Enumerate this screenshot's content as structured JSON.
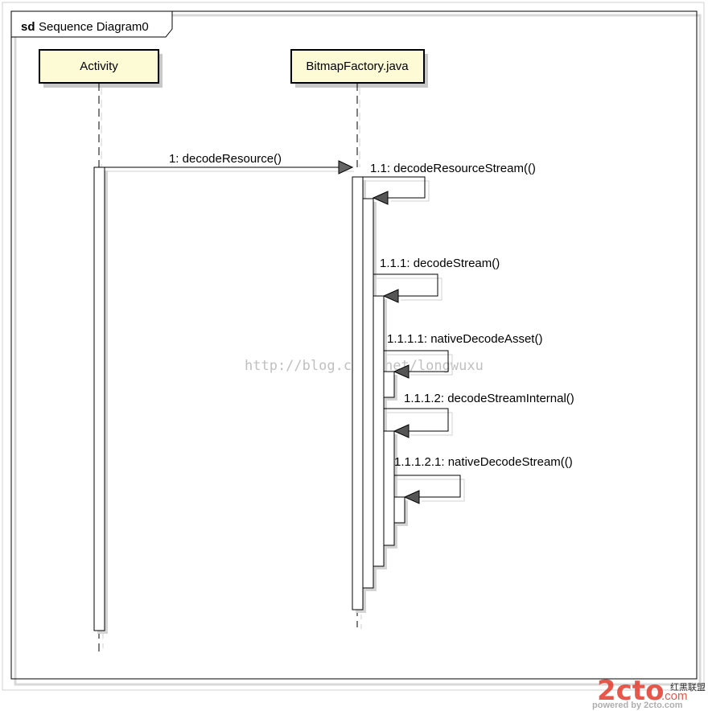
{
  "frame": {
    "kind": "sd",
    "title": "Sequence Diagram0"
  },
  "lifelines": [
    {
      "id": "activity",
      "label": "Activity"
    },
    {
      "id": "bitmapfactory",
      "label": "BitmapFactory.java"
    }
  ],
  "messages": [
    {
      "id": "m1",
      "label": "1: decodeResource()"
    },
    {
      "id": "m11",
      "label": "1.1: decodeResourceStream(()"
    },
    {
      "id": "m111",
      "label": "1.1.1: decodeStream()"
    },
    {
      "id": "m1111",
      "label": "1.1.1.1: nativeDecodeAsset()"
    },
    {
      "id": "m1112",
      "label": "1.1.1.2: decodeStreamInternal()"
    },
    {
      "id": "m11121",
      "label": "1.1.1.2.1: nativeDecodeStream(()"
    }
  ],
  "watermark": "http://blog.csdn.net/longwuxu",
  "logo": {
    "brand": "2cto",
    "suffix": ".com",
    "cn": "红黑联盟",
    "powered": "powered by 2cto.com"
  },
  "colors": {
    "lifeline_fill": "#fdfad6",
    "lifeline_border": "#000000",
    "shadow": "#c8c8c8",
    "arrowhead": "#555555",
    "logo_red": "#e23b2b",
    "watermark": "#c0c0c0"
  }
}
